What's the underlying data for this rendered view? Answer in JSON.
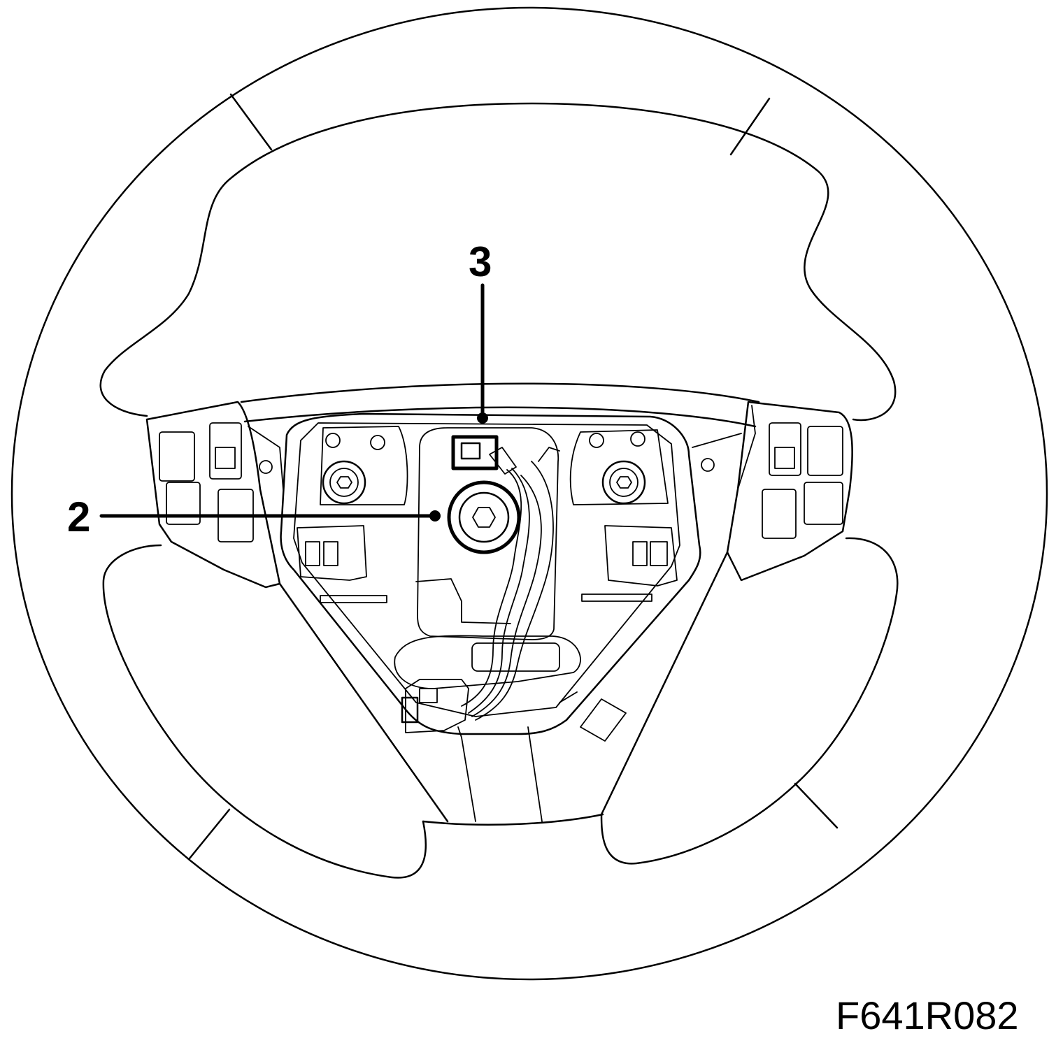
{
  "figure": {
    "callouts": [
      {
        "id": "2",
        "label": "2"
      },
      {
        "id": "3",
        "label": "3"
      }
    ],
    "figure_id": "F641R082",
    "colors": {
      "line": "#000000",
      "background": "#ffffff"
    }
  }
}
